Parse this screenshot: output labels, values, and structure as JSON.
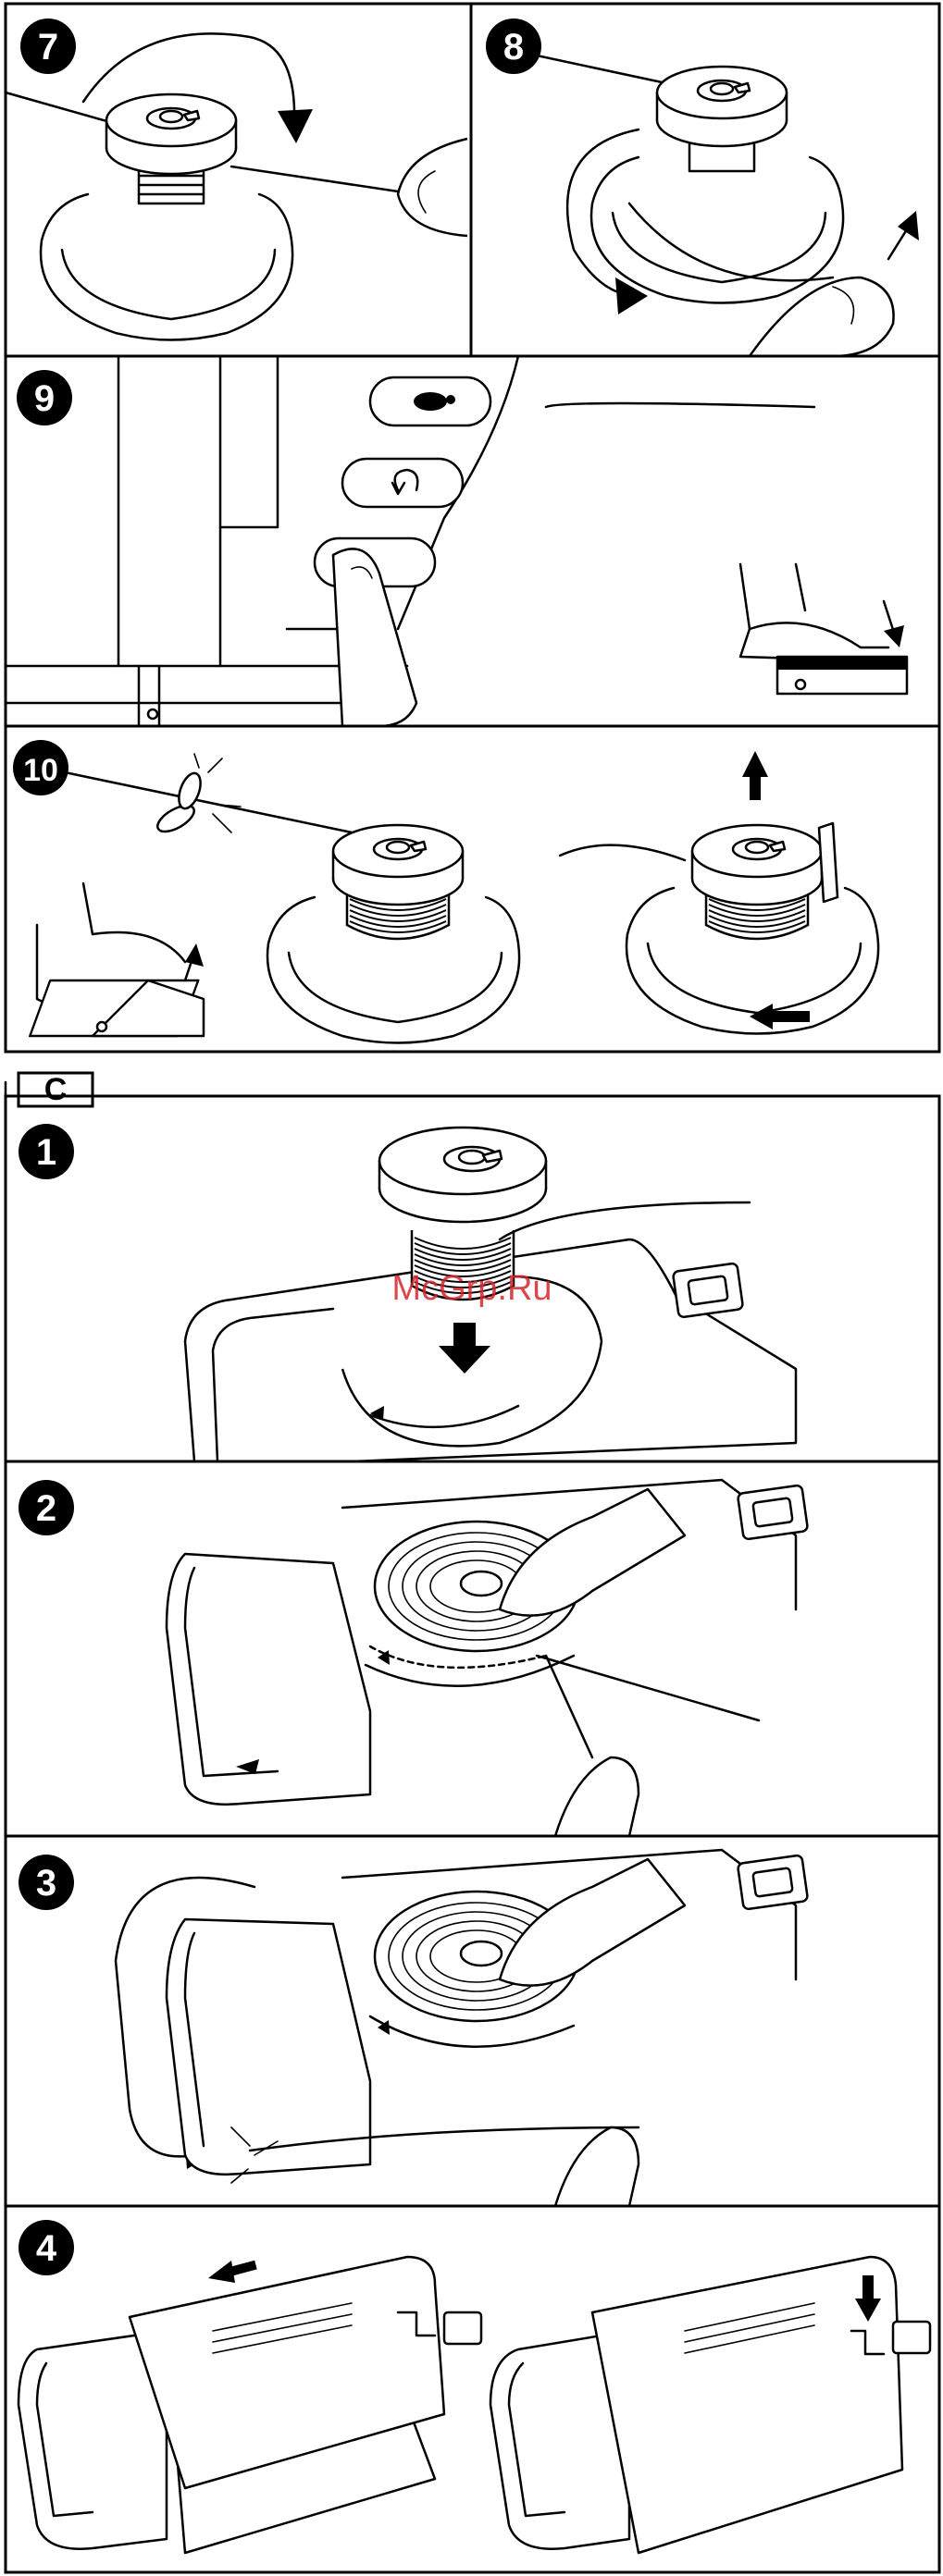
{
  "section": {
    "label": "C"
  },
  "steps_top": [
    {
      "num": "7"
    },
    {
      "num": "8"
    },
    {
      "num": "9"
    },
    {
      "num": "10"
    }
  ],
  "steps_c": [
    {
      "num": "1"
    },
    {
      "num": "2"
    },
    {
      "num": "3"
    },
    {
      "num": "4"
    }
  ],
  "watermark": "McGrp.Ru",
  "icons": [
    "turtle-icon",
    "reverse-icon",
    "needle-up-icon",
    "cut-icon"
  ]
}
